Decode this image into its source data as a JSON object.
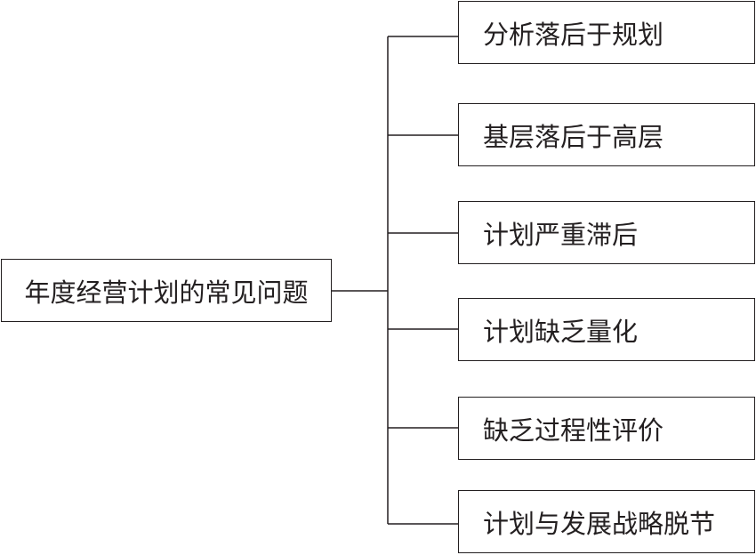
{
  "diagram": {
    "root": {
      "label": "年度经营计划的常见问题"
    },
    "children": [
      {
        "label": "分析落后于规划"
      },
      {
        "label": "基层落后于高层"
      },
      {
        "label": "计划严重滞后"
      },
      {
        "label": "计划缺乏量化"
      },
      {
        "label": "缺乏过程性评价"
      },
      {
        "label": "计划与发展战略脱节"
      }
    ]
  }
}
